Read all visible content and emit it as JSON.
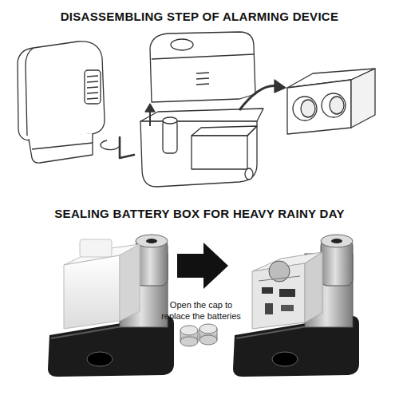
{
  "diagram": {
    "title": "DISASSEMBLING STEP OF ALARMING DEVICE",
    "labels": [
      "SEALING BATTERY BOX FOR HEAVY RAINY DAY",
      "Open the cap to replace the batteries"
    ]
  }
}
